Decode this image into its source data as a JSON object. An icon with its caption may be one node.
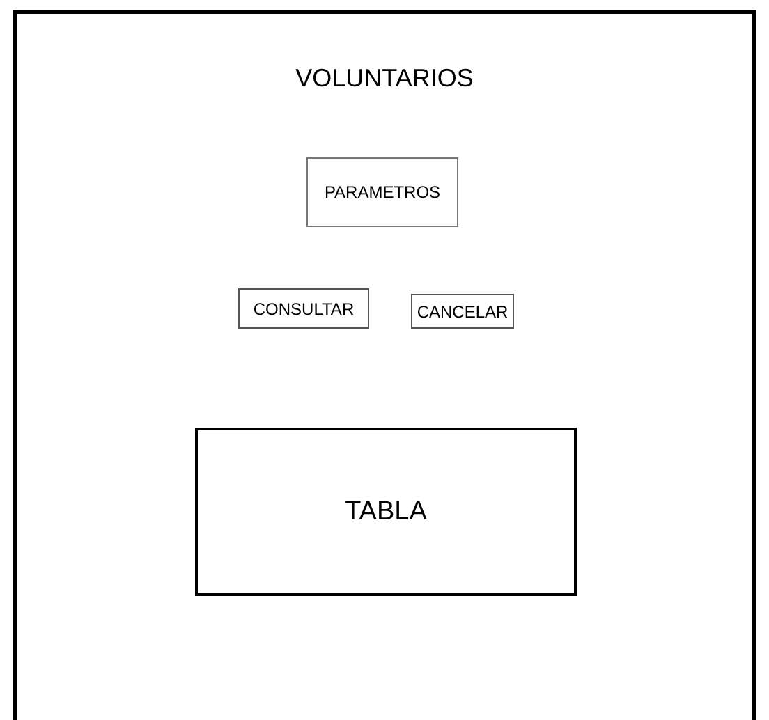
{
  "diagram": {
    "nodes": [
      {
        "text": [
          "VOLUNTARIOS"
        ]
      },
      {
        "text": [
          "PARAMETROS"
        ],
        "in": 0
      },
      {
        "text": [
          "CONSULTAR"
        ],
        "in": 0
      },
      {
        "text": [
          "CANCELAR"
        ],
        "in": 0
      },
      {
        "text": [
          "TABLA"
        ],
        "in": 0
      }
    ]
  }
}
